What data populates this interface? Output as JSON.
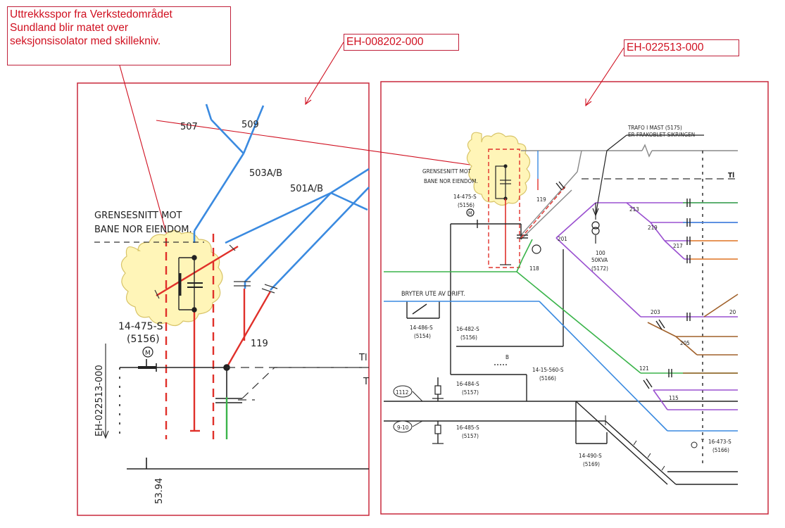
{
  "callouts": {
    "note": "Uttrekksspor fra Verkstedområdet\nSundland blir matet over\nseksjonsisolator med skillekniv.",
    "ref_left": "EH-008202-000",
    "ref_right": "EH-022513-000"
  },
  "left_panel": {
    "lbl_507": "507",
    "lbl_509": "509",
    "lbl_503": "503A/B",
    "lbl_501": "501A/B",
    "boundary_1": "GRENSESNITT MOT",
    "boundary_2": "BANE NOR EIENDOM.",
    "switch_id": "14-475-S",
    "switch_sub": "(5156)",
    "motor": "M",
    "lbl_119": "119",
    "side_ref": "EH-022513-000",
    "km": "53.94",
    "edge_1": "Tl",
    "edge_2": "T"
  },
  "right_panel": {
    "boundary_1": "GRENSESNITT MOT",
    "boundary_2": "BANE NOR EIENDOM.",
    "sw_475": "14-475-S",
    "sw_475_sub": "(5156)",
    "motor": "M",
    "lbl_119": "119",
    "lbl_201": "201",
    "lbl_118": "118",
    "trafo_1": "TRAFO I MAST (5175)",
    "trafo_2": "ER FRAKOBLET SIKRINGEN",
    "lbl_213": "213",
    "lbl_219": "219",
    "lbl_217": "217",
    "kva_1": "100",
    "kva_2": "50KVA",
    "kva_3": "(5172)",
    "bryter": "BRYTER UTE AV DRIFT.",
    "sw_486": "14-486-S",
    "sw_486_sub": "(5154)",
    "sw_482": "16-482-S",
    "sw_482_sub": "(5156)",
    "lbl_b": "B",
    "sw_560": "14-15-560-S",
    "sw_560_sub": "(5166)",
    "sw_484": "16-484-S",
    "sw_484_sub": "(5157)",
    "sw_485": "16-485-S",
    "sw_485_sub": "(5157)",
    "track_1": "1112",
    "track_2": "9-10",
    "sw_490": "14-490-S",
    "sw_490_sub": "(5169)",
    "lbl_203": "203",
    "lbl_205": "205",
    "lbl_121": "121",
    "lbl_115": "115",
    "sw_473": "16-473-S",
    "sw_473_sub": "(5166)",
    "lbl_20": "20",
    "edge": "Tl"
  }
}
